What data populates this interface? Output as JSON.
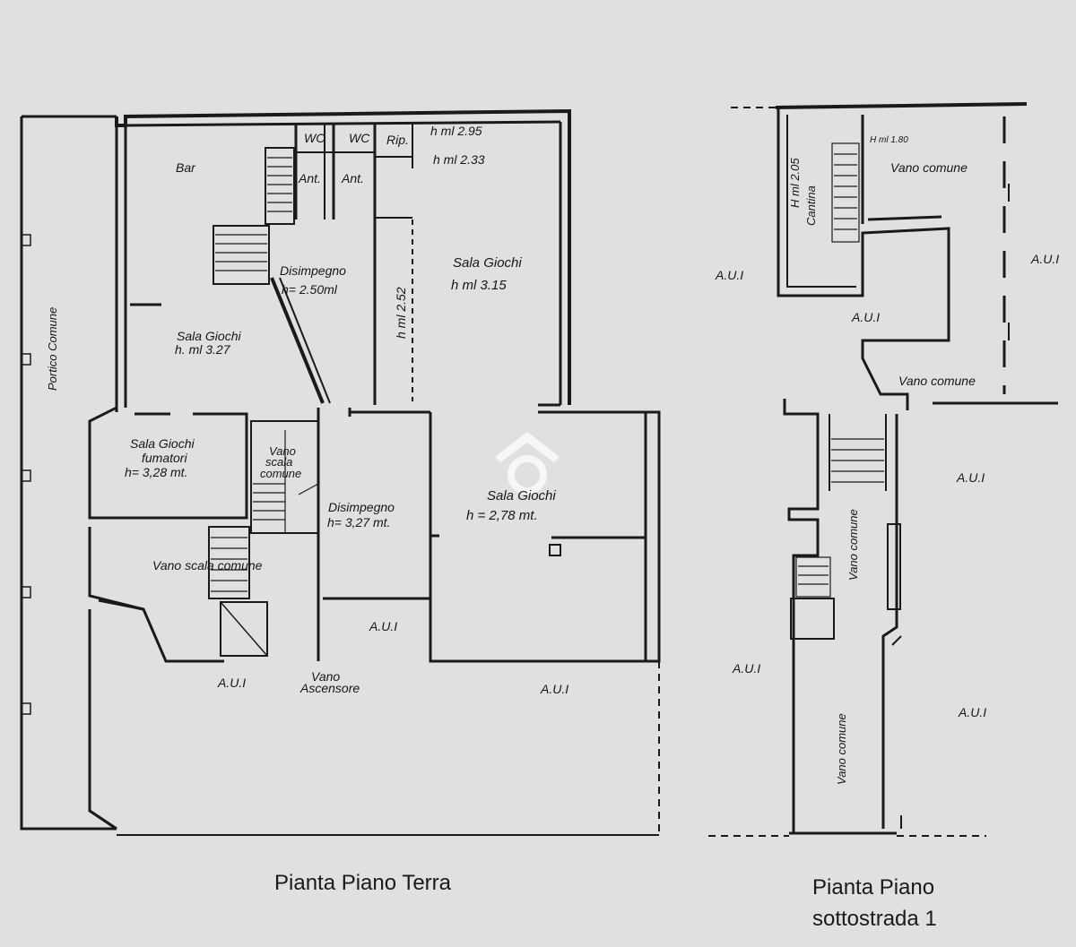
{
  "plan_ground": {
    "title": "Pianta Piano Terra",
    "labels": {
      "portico": "Portico Comune",
      "wc1": "WC",
      "wc2": "WC",
      "ant1": "Ant.",
      "ant2": "Ant.",
      "rip": "Rip.",
      "h295": "h ml 2.95",
      "h233": "h ml 2.33",
      "bar": "Bar",
      "dis1_name": "Disimpegno",
      "dis1_h": "h= 2.50ml",
      "h252": "h ml 2.52",
      "sg1_name": "Sala Giochi",
      "sg1_h": "h ml 3.15",
      "sg2_name": "Sala Giochi",
      "sg2_h": "h. ml 3.27",
      "sgf_name": "Sala Giochi",
      "sgf_sub": "fumatori",
      "sgf_h": "h= 3,28 mt.",
      "vsc_small_1": "Vano",
      "vsc_small_2": "scala",
      "vsc_small_3": "comune",
      "dis2_name": "Disimpegno",
      "dis2_h": "h= 3,27 mt.",
      "sg3_name": "Sala Giochi",
      "sg3_h": "h = 2,78 mt.",
      "vano_scala": "Vano scala comune",
      "aui_center": "A.U.I",
      "aui_left": "A.U.I",
      "aui_bottom": "A.U.I",
      "asc_1": "Vano",
      "asc_2": "Ascensore"
    }
  },
  "plan_basement": {
    "title_line1": "Pianta Piano",
    "title_line2": "sottostrada 1",
    "labels": {
      "hcantina": "H ml 2.05",
      "cantina": "Cantina",
      "h180": "H ml 1.80",
      "vano_comune_top": "Vano comune",
      "aui_1": "A.U.I",
      "aui_2": "A.U.I",
      "aui_3": "A.U.I",
      "vano_comune_mid": "Vano comune",
      "aui_4": "A.U.I",
      "vano_comune_v1": "Vano comune",
      "aui_5": "A.U.I",
      "vano_comune_v2": "Vano comune",
      "aui_6": "A.U.I"
    }
  },
  "colors": {
    "paper": "#dfe0e0",
    "ink": "#1a1a1a",
    "watermark": "#ffffff"
  },
  "icons": {
    "watermark": "house-logo-icon"
  }
}
